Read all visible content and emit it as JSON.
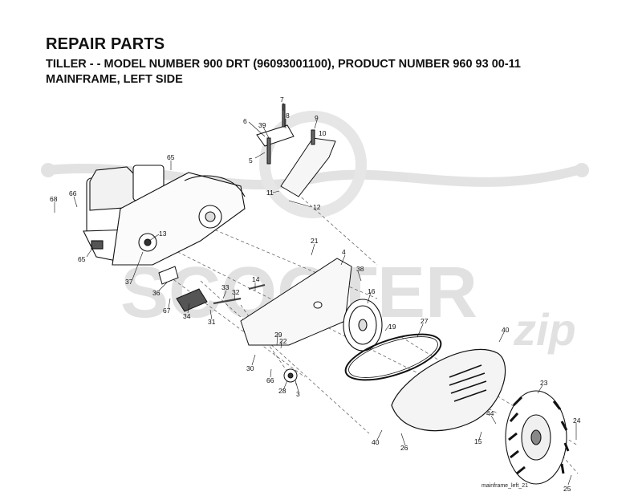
{
  "header": {
    "title": "REPAIR PARTS",
    "subtitle": "TILLER - - MODEL NUMBER 900 DRT (96093001100), PRODUCT NUMBER 960 93 00-11",
    "section": "MAINFRAME, LEFT SIDE"
  },
  "watermark": {
    "brand": "SCOOTER",
    "suffix": "zip"
  },
  "figure_id": "mainframe_left_21",
  "callouts": {
    "c7": "7",
    "c6": "6",
    "c39": "39",
    "c8": "8",
    "c9": "9",
    "c10": "10",
    "c5": "5",
    "c11": "11",
    "c12": "12",
    "c65a": "65",
    "c68": "68",
    "c66a": "66",
    "c13": "13",
    "c65b": "65",
    "c37": "37",
    "c21": "21",
    "c4": "4",
    "c38": "38",
    "c14": "14",
    "c36": "36",
    "c33": "33",
    "c32": "32",
    "c67": "67",
    "c34": "34",
    "c31": "31",
    "c16": "16",
    "c19": "19",
    "c27": "27",
    "c40a": "40",
    "c29": "29",
    "c22": "22",
    "c30": "30",
    "c66b": "66",
    "c28": "28",
    "c3": "3",
    "c23": "23",
    "c44": "44",
    "c24": "24",
    "c15": "15",
    "c40b": "40",
    "c26": "26",
    "c25": "25"
  }
}
